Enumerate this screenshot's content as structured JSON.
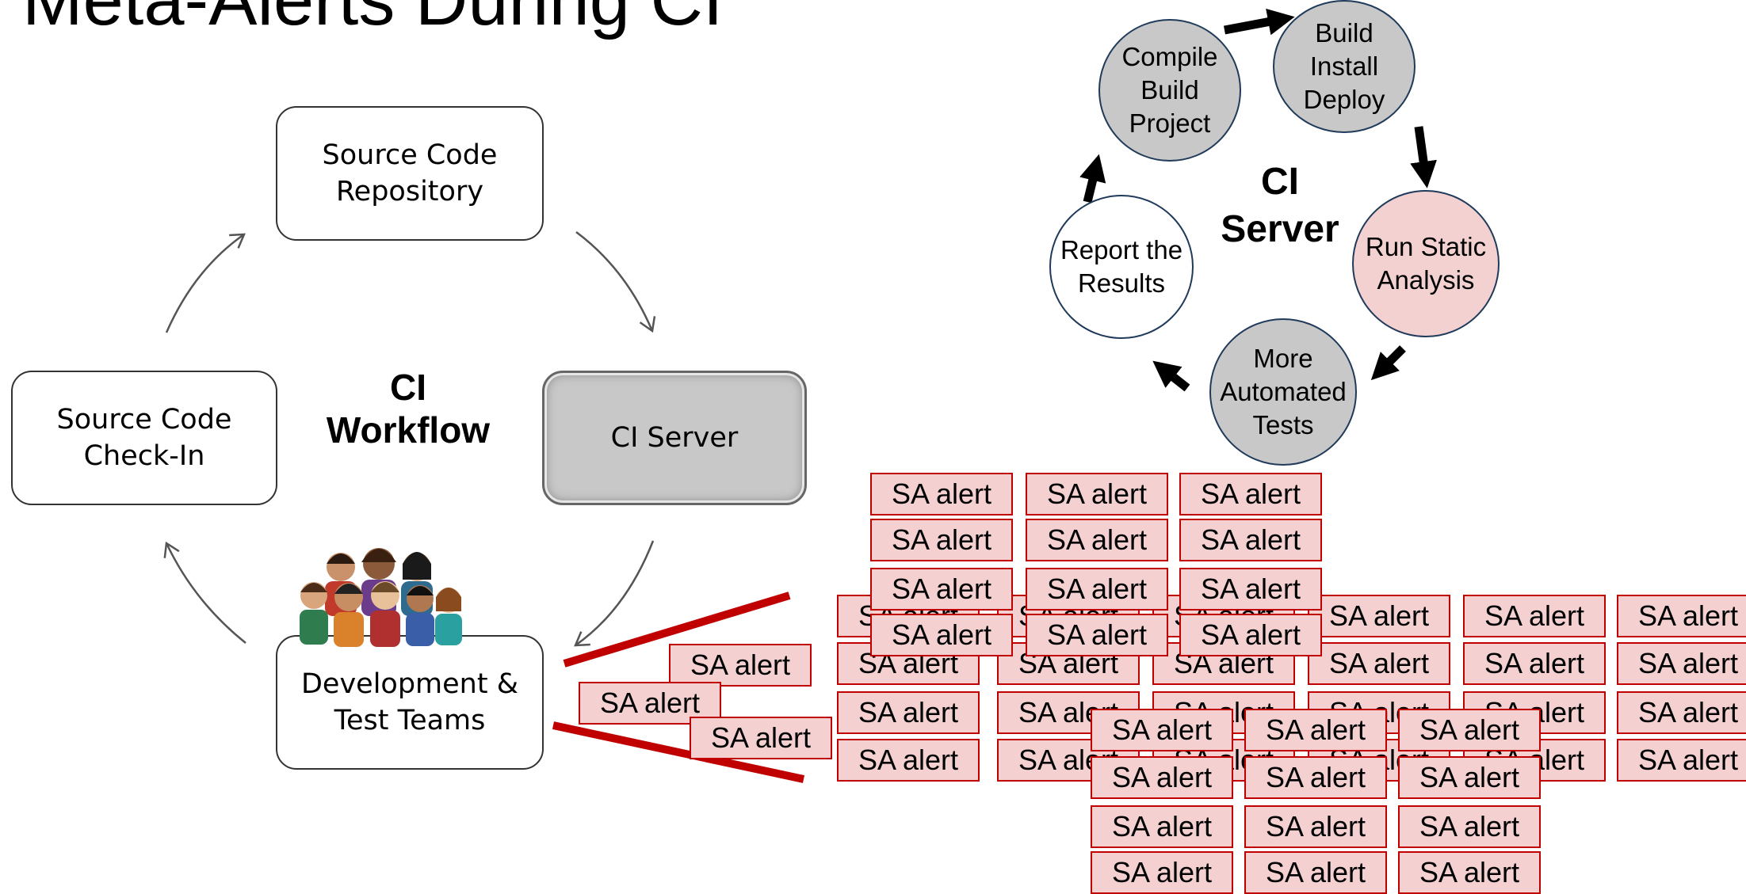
{
  "title": "Meta-Alerts During CI",
  "workflow": {
    "center_line1": "CI",
    "center_line2": "Workflow",
    "repo_line1": "Source Code",
    "repo_line2": "Repository",
    "server": "CI Server",
    "teams_line1": "Development &",
    "teams_line2": "Test Teams",
    "checkin_line1": "Source Code",
    "checkin_line2": "Check-In",
    "people_icon": "team-people-icon"
  },
  "server_cycle": {
    "center_line1": "CI",
    "center_line2": "Server",
    "compile": [
      "Compile",
      "Build",
      "Project"
    ],
    "build": [
      "Build",
      "Install",
      "Deploy"
    ],
    "static": [
      "Run Static",
      "Analysis"
    ],
    "tests": [
      "More",
      "Automated",
      "Tests"
    ],
    "report": [
      "Report the",
      "Results"
    ]
  },
  "alert_label": "SA alert",
  "colors": {
    "alert_fill": "#f4d0d0",
    "alert_border": "#c00000",
    "gray_step": "#c8c8c8",
    "pink_step": "#f3d1d1",
    "red_line": "#c00000"
  }
}
